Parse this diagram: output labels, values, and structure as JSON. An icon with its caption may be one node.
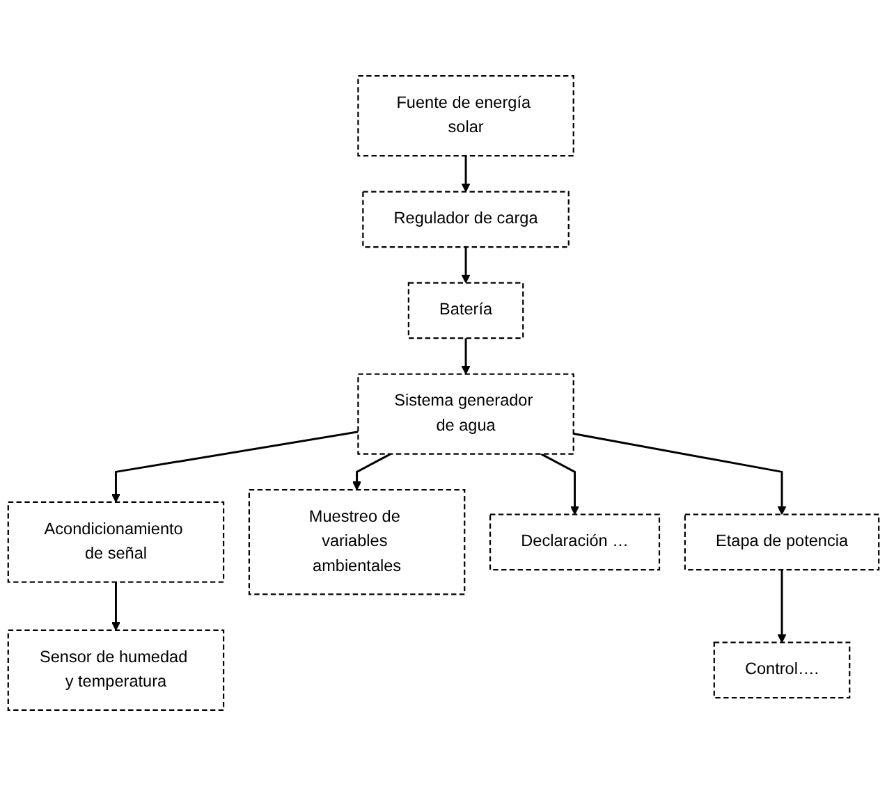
{
  "diagram": {
    "nodes": [
      {
        "text": [
          "Fuente de energía solar"
        ]
      },
      {
        "text": [
          "Regulador de carga"
        ]
      },
      {
        "text": [
          "Batería"
        ]
      },
      {
        "text": [
          "Sistema generador de agua"
        ]
      },
      {
        "text": [
          "Acondicionamiento de señal"
        ]
      },
      {
        "text": [
          "Muestreo de variables ambientales"
        ]
      },
      {
        "text": [
          "Declaración …"
        ]
      },
      {
        "text": [
          "Etapa de potencia"
        ]
      },
      {
        "text": [
          "Sensor de humedad y temperatura"
        ]
      },
      {
        "text": [
          "Control…."
        ]
      }
    ],
    "edges": [
      {
        "from": 0,
        "to": 1,
        "arrow": "to"
      },
      {
        "from": 1,
        "to": 2,
        "arrow": "to"
      },
      {
        "from": 2,
        "to": 3,
        "arrow": "to"
      },
      {
        "from": 3,
        "to": 4,
        "arrow": "to"
      },
      {
        "from": 3,
        "to": 5,
        "arrow": "to"
      },
      {
        "from": 3,
        "to": 6,
        "arrow": "to"
      },
      {
        "from": 3,
        "to": 7,
        "arrow": "to"
      },
      {
        "from": 4,
        "to": 8,
        "arrow": "to"
      },
      {
        "from": 7,
        "to": 9,
        "arrow": "to"
      }
    ]
  }
}
